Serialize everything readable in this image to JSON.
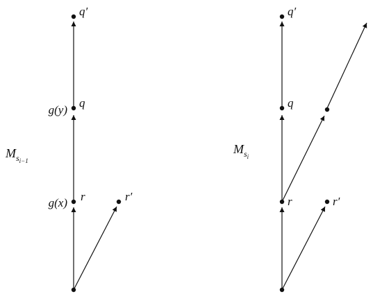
{
  "left": {
    "top_label": "q′",
    "q_label": "q",
    "gy_label": "g(y)",
    "r_label": "r",
    "gx_label": "g(x)",
    "rprime_label": "r′",
    "m_label": "M",
    "m_sub": "s",
    "m_subsub": "i−1"
  },
  "right": {
    "top_label": "q′",
    "q_label": "q",
    "r_label": "r",
    "rprime_label": "r′",
    "m_label": "M",
    "m_sub": "s",
    "m_subsub": "i"
  }
}
